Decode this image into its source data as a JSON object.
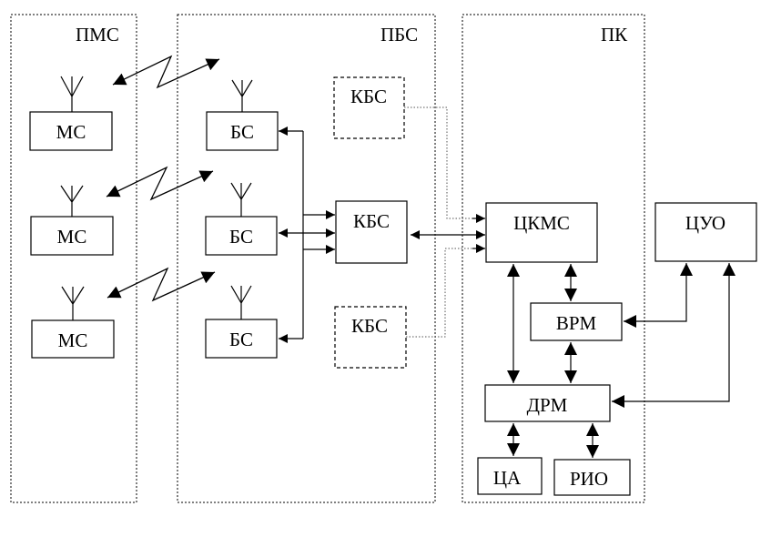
{
  "regions": {
    "pms": "ПМС",
    "pbs": "ПБС",
    "pk": "ПК"
  },
  "blocks": {
    "ms_1": "МС",
    "ms_2": "МС",
    "ms_3": "МС",
    "bs_1": "БС",
    "bs_2": "БС",
    "bs_3": "БС",
    "kbs_top": "КБС",
    "kbs_center": "КБС",
    "kbs_bottom": "КБС",
    "ckms": "ЦКМС",
    "vrm": "ВРМ",
    "drm": "ДРМ",
    "cuo": "ЦУО",
    "ca": "ЦА",
    "rio": "РИО"
  }
}
